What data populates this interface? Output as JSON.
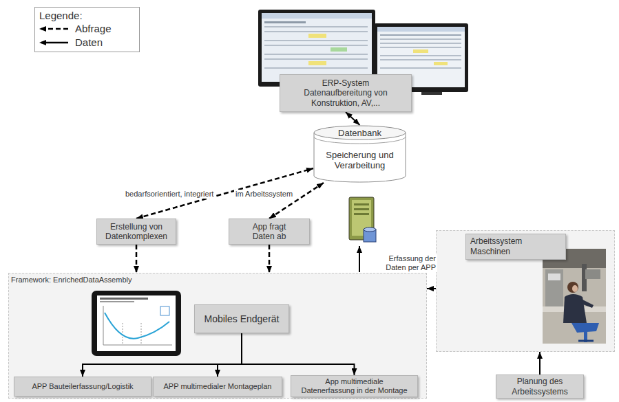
{
  "diagram": {
    "nodes": [
      {
        "text": [
          "ERP-System",
          "Datenaufbereitung von Konstruktion, AV,..."
        ]
      },
      {
        "text": [
          "Datenbank",
          "Speicherung und Verarbeitung"
        ]
      },
      {
        "text": [
          "Erstellung von Datenkomplexen"
        ]
      },
      {
        "text": [
          "App fragt Daten ab"
        ]
      },
      {
        "text": [
          "Arbeitssystem Maschinen"
        ]
      },
      {
        "text": [
          "Framework: EnrichedDataAssembly"
        ]
      },
      {
        "text": [
          "Mobiles Endgerät"
        ],
        "in": 5
      },
      {
        "text": [
          "APP  Bauteilerfassung/Logistik"
        ],
        "in": 5
      },
      {
        "text": [
          "APP multimedialer Montageplan"
        ],
        "in": 5
      },
      {
        "text": [
          "App multimediale Datenerfassung in der Montage"
        ],
        "in": 5
      },
      {
        "text": [
          "Planung des Arbeitssystems"
        ]
      }
    ],
    "edges": [
      {
        "from": 0,
        "to": 1,
        "arrow": "both"
      },
      {
        "from": 2,
        "to": 1,
        "label": "bedarfsorientiert, integriert",
        "arrow": "both"
      },
      {
        "from": 3,
        "to": 1,
        "label": "im Arbeitssystem",
        "arrow": "both"
      },
      {
        "from": 2,
        "to": 5,
        "arrow": "to"
      },
      {
        "from": 3,
        "to": 5,
        "arrow": "to"
      },
      {
        "from": 4,
        "to": 5,
        "label": "Erfassung der Daten per APP",
        "arrow": "to"
      },
      {
        "from": 6,
        "to": 7,
        "arrow": "to"
      },
      {
        "from": 6,
        "to": 8,
        "arrow": "to"
      },
      {
        "from": 6,
        "to": 9,
        "arrow": "to"
      },
      {
        "from": 10,
        "to": 4,
        "arrow": "to"
      }
    ],
    "labels": [
      "Legende:"
    ],
    "legend": [
      {
        "text": "Abfrage"
      },
      {
        "text": "Daten"
      }
    ]
  }
}
